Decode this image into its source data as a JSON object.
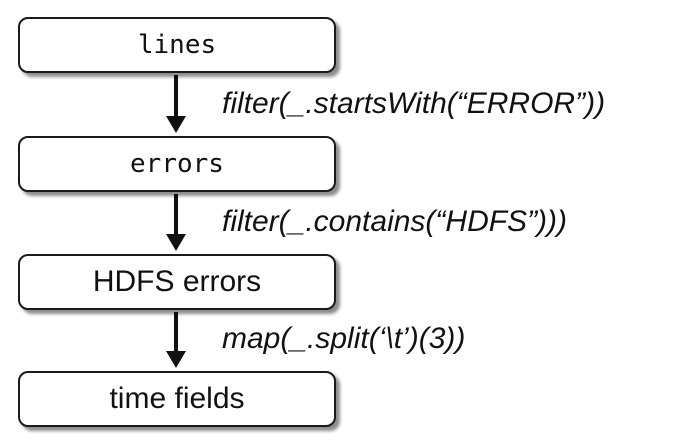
{
  "nodes": [
    {
      "id": "lines",
      "label": "lines",
      "style": "mono"
    },
    {
      "id": "errors",
      "label": "errors",
      "style": "mono"
    },
    {
      "id": "hdfs_errors",
      "label": "HDFS errors",
      "style": "sans"
    },
    {
      "id": "time_fields",
      "label": "time fields",
      "style": "sans"
    }
  ],
  "edges": [
    {
      "from": "lines",
      "to": "errors",
      "label": "filter(_.startsWith(“ERROR”))"
    },
    {
      "from": "errors",
      "to": "hdfs_errors",
      "label": "filter(_.contains(“HDFS”)))"
    },
    {
      "from": "hdfs_errors",
      "to": "time_fields",
      "label": "map(_.split(‘\\t’)(3))"
    }
  ]
}
